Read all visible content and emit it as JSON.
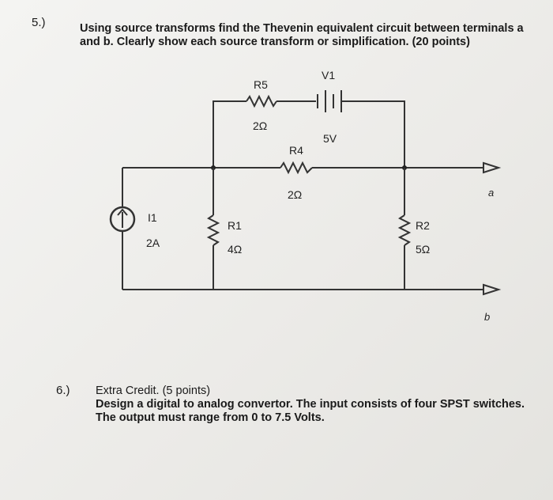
{
  "q5": {
    "number": "5.)",
    "line1": "Using source transforms find the Thevenin equivalent circuit between terminals a",
    "line2": "and b.  Clearly show each source transform or simplification.   (20 points)"
  },
  "circuit": {
    "r5": {
      "name": "R5",
      "value": "2Ω"
    },
    "v1": {
      "name": "V1",
      "value": "5V"
    },
    "r4": {
      "name": "R4",
      "value": "2Ω"
    },
    "i1": {
      "name": "I1",
      "value": "2A"
    },
    "r1": {
      "name": "R1",
      "value": "4Ω"
    },
    "r2": {
      "name": "R2",
      "value": "5Ω"
    },
    "terminal_a": "a",
    "terminal_b": "b"
  },
  "q6": {
    "number": "6.)",
    "line1": "Extra Credit.  (5 points)",
    "line2": "Design a digital to analog convertor.  The input consists of four SPST switches.",
    "line3": "The output must range from 0 to 7.5 Volts."
  }
}
